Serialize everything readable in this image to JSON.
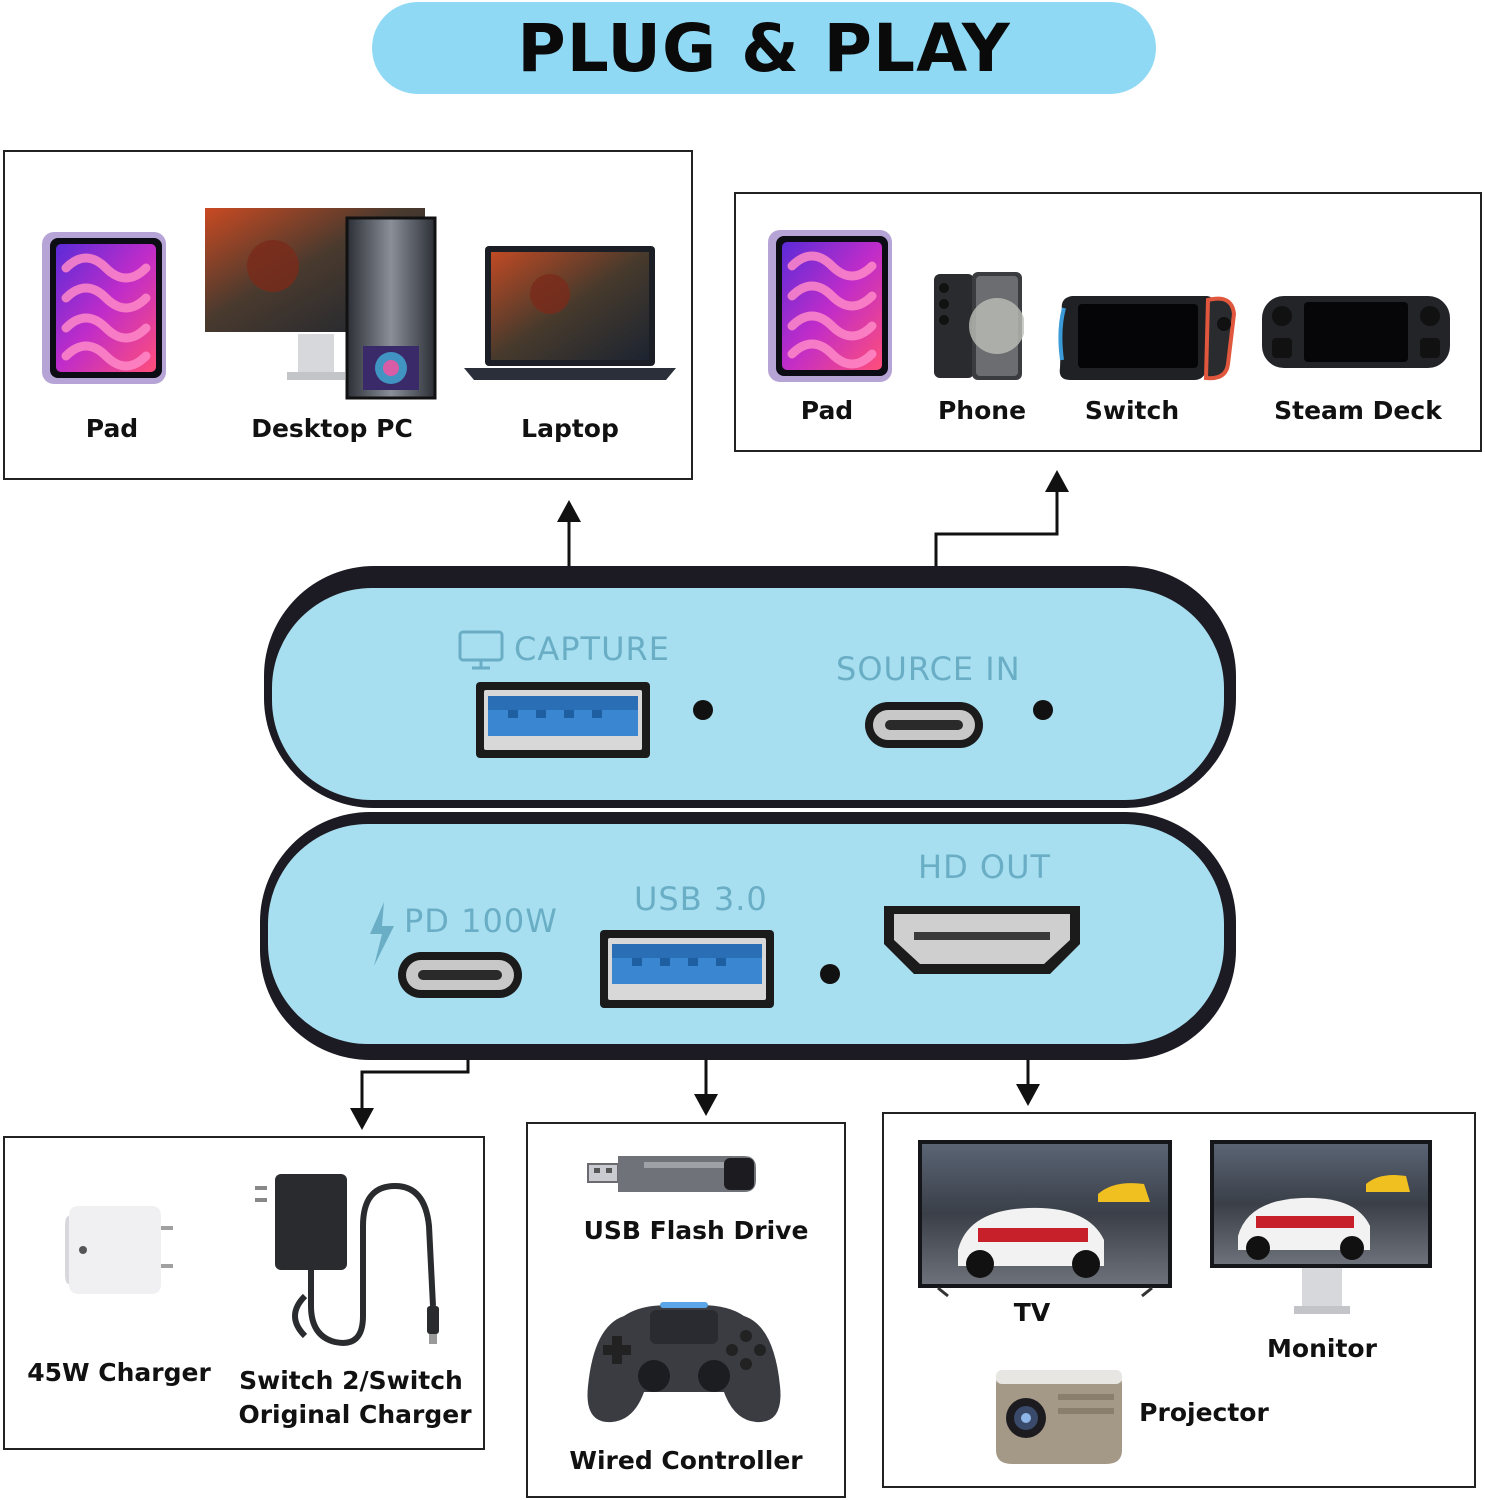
{
  "banner": {
    "title": "PLUG & PLAY"
  },
  "top_left_panel": {
    "items": [
      {
        "label": "Pad",
        "icon": "tablet-icon"
      },
      {
        "label": "Desktop PC",
        "icon": "desktop-pc-icon"
      },
      {
        "label": "Laptop",
        "icon": "laptop-icon"
      }
    ]
  },
  "top_right_panel": {
    "items": [
      {
        "label": "Pad",
        "icon": "tablet-icon"
      },
      {
        "label": "Phone",
        "icon": "phone-icon"
      },
      {
        "label": "Switch",
        "icon": "game-console-icon"
      },
      {
        "label": "Steam Deck",
        "icon": "handheld-console-icon"
      }
    ]
  },
  "device": {
    "top_unit": {
      "capture_label": "CAPTURE",
      "source_label": "SOURCE  IN"
    },
    "bottom_unit": {
      "pd_label": "PD  100W",
      "usb_label": "USB 3.0",
      "hd_label": "HD OUT"
    },
    "body_color": "#a8dff0",
    "shell_color": "#1c1a22"
  },
  "bottom_left_panel": {
    "items": [
      {
        "label": "45W Charger",
        "icon": "charger-icon"
      },
      {
        "label_line1": "Switch 2/Switch",
        "label_line2": "Original Charger",
        "icon": "power-adapter-icon"
      }
    ]
  },
  "bottom_middle_panel": {
    "items": [
      {
        "label": "USB Flash Drive",
        "icon": "usb-drive-icon"
      },
      {
        "label": "Wired Controller",
        "icon": "gamepad-icon"
      }
    ]
  },
  "bottom_right_panel": {
    "items": [
      {
        "label": "TV",
        "icon": "tv-icon"
      },
      {
        "label": "Monitor",
        "icon": "monitor-icon"
      },
      {
        "label": "Projector",
        "icon": "projector-icon"
      }
    ]
  }
}
